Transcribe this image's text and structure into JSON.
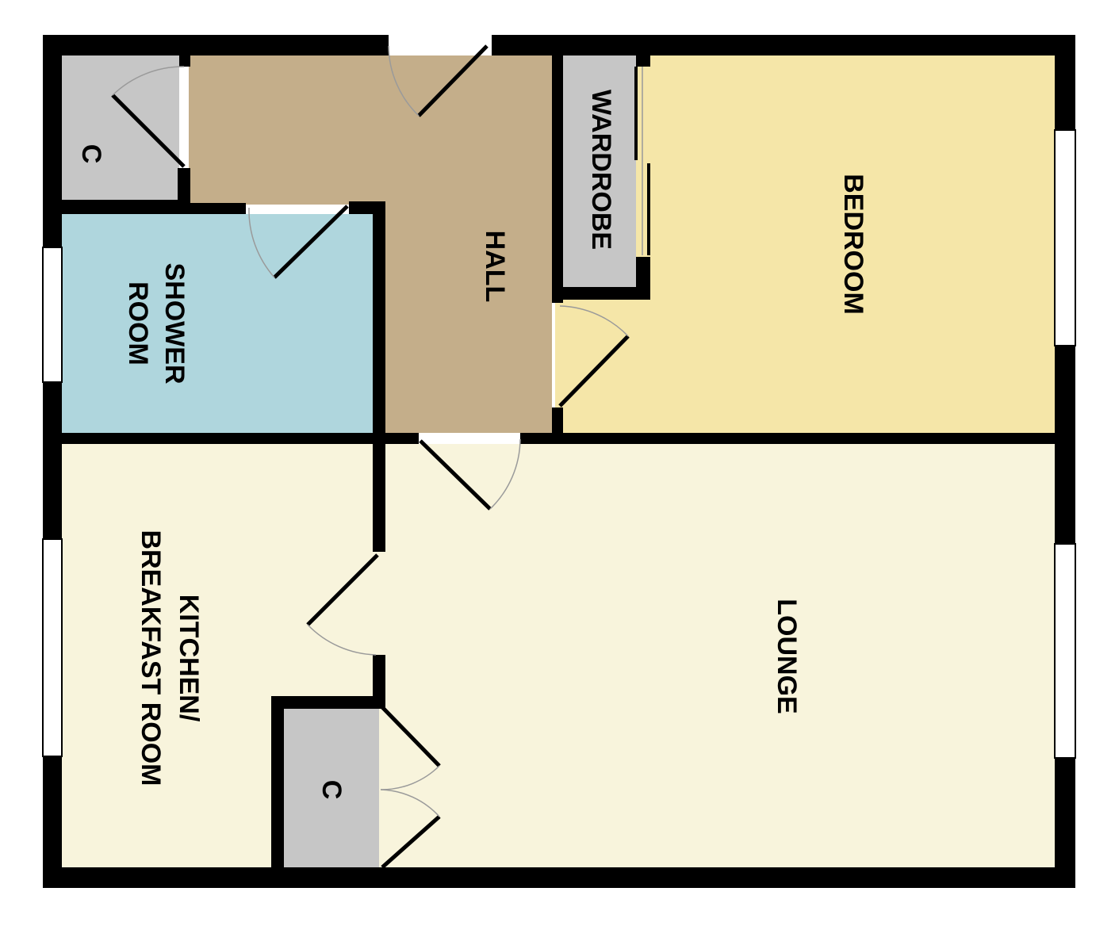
{
  "rooms": {
    "bedroom": {
      "label": "BEDROOM",
      "color": "#f5e6a8"
    },
    "hall": {
      "label": "HALL",
      "color": "#c4ae8a"
    },
    "wardrobe": {
      "label": "WARDROBE",
      "color": "#c6c6c6"
    },
    "shower_room": {
      "label_line1": "SHOWER",
      "label_line2": "ROOM",
      "color": "#afd6dd"
    },
    "kitchen": {
      "label_line1": "KITCHEN/",
      "label_line2": "BREAKFAST ROOM",
      "color": "#f8f4dc"
    },
    "lounge": {
      "label": "LOUNGE",
      "color": "#f8f4dc"
    },
    "cupboard_top": {
      "label": "C",
      "color": "#c6c6c6"
    },
    "cupboard_bottom": {
      "label": "C",
      "color": "#c6c6c6"
    }
  },
  "colors": {
    "wall": "#000000",
    "window": "#ffffff",
    "door_swing": "#9a9a9a"
  }
}
